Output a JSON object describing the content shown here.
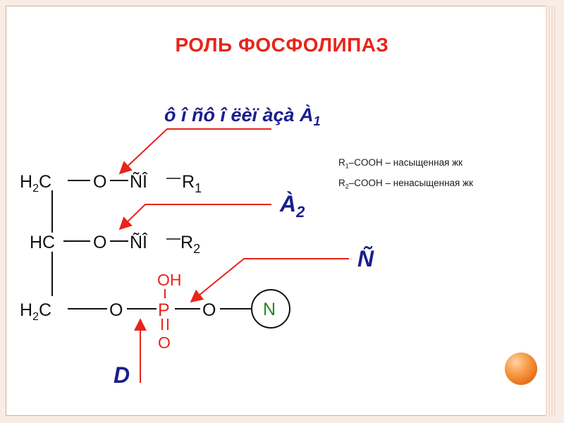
{
  "title": "РОЛЬ ФОСФОЛИПАЗ",
  "enzymes": {
    "a1": "ô î ñô î ëèï àçà À",
    "a1_sub": "1",
    "a2": "À",
    "a2_sub": "2",
    "c": "Ñ",
    "d": "D"
  },
  "molecule": {
    "row1": {
      "carbon": "H",
      "carbon_sub": "2",
      "carbon_tail": "C",
      "oxygen": "O",
      "acyl": "ÑÎ",
      "r": "R",
      "r_sub": "1"
    },
    "row2": {
      "carbon": "HC",
      "oxygen": "O",
      "acyl": "ÑÎ",
      "r": "R",
      "r_sub": "2"
    },
    "row3": {
      "carbon": "H",
      "carbon_sub": "2",
      "carbon_tail": "C",
      "oxygen_left": "O",
      "phosphorus": "P",
      "oh": "OH",
      "oxygen_bottom": "O",
      "oxygen_right": "O",
      "n": "N"
    }
  },
  "notes": [
    {
      "r": "R",
      "sub": "1",
      "text": "–COOH – насыщенная жк"
    },
    {
      "r": "R",
      "sub": "2",
      "text": "–COOH – ненасыщенная жк"
    }
  ],
  "colors": {
    "title": "#e8241b",
    "enzyme": "#1a1f8c",
    "arrow": "#e8241b",
    "phosphate": "#e8241b",
    "base": "#1f8a1f",
    "bond": "#111111"
  }
}
